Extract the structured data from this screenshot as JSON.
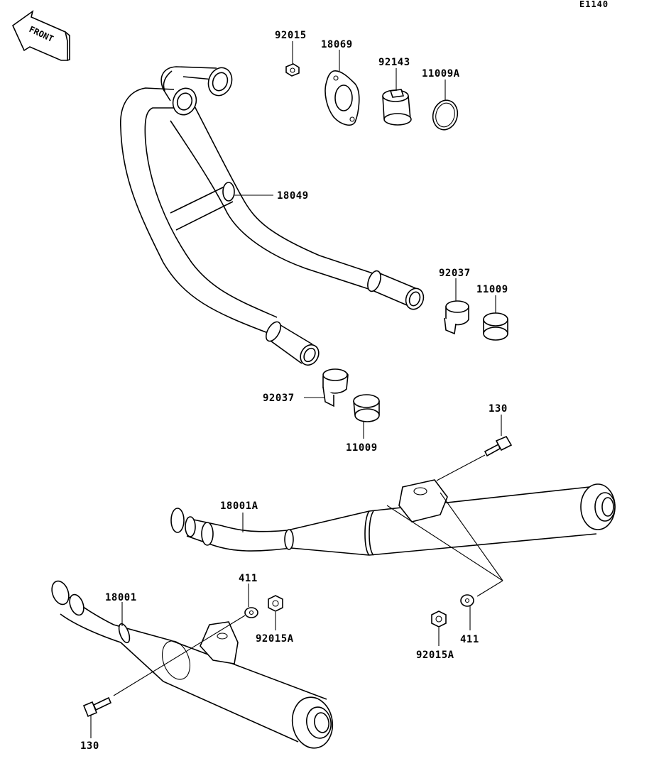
{
  "diagram_code": "E1140",
  "front_label": "FRONT",
  "labels": {
    "p92015": "92015",
    "p18069": "18069",
    "p92143": "92143",
    "p11009A": "11009A",
    "p18049": "18049",
    "p92037_right": "92037",
    "p11009_right": "11009",
    "p92037_left": "92037",
    "p11009_left": "11009",
    "p130_top": "130",
    "p18001A": "18001A",
    "p18001": "18001",
    "p411_left": "411",
    "p92015A_left": "92015A",
    "p411_right": "411",
    "p92015A_right": "92015A",
    "p130_bottom": "130"
  }
}
